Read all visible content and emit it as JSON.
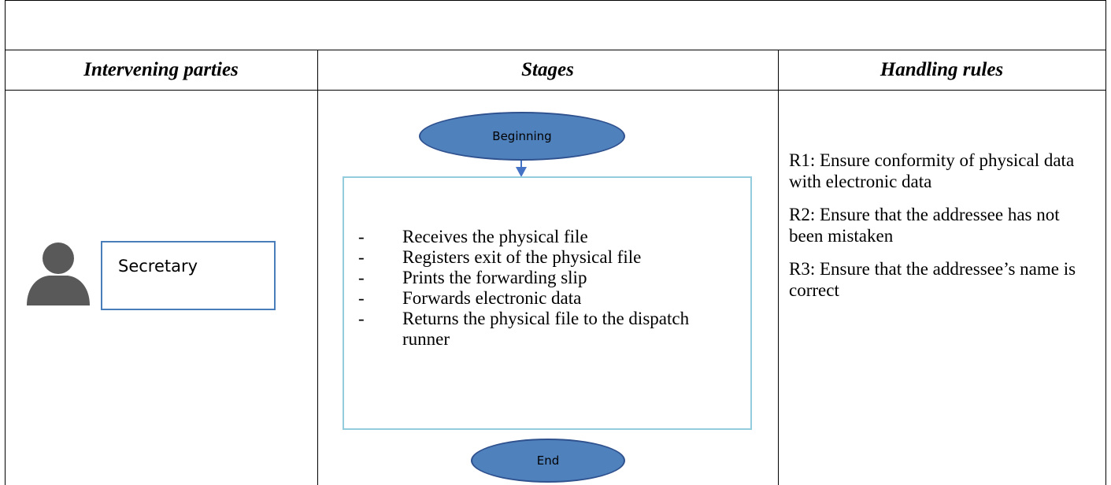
{
  "table": {
    "headers": {
      "parties": "Intervening parties",
      "stages": "Stages",
      "rules": "Handling rules"
    }
  },
  "actor": {
    "label": "Secretary",
    "icon": "person-icon"
  },
  "flow": {
    "start": "Beginning",
    "end": "End",
    "steps": [
      "Receives the physical file",
      "Registers exit of the physical file",
      "Prints the forwarding slip",
      "Forwards electronic data",
      "Returns the physical file to the dispatch runner"
    ]
  },
  "rules": [
    "R1: Ensure conformity of physical data with electronic data",
    "R2: Ensure that the addressee has not been mistaken",
    "R3: Ensure that the addressee’s name is correct"
  ],
  "colors": {
    "ellipse_fill": "#4f81bd",
    "ellipse_border": "#2f528f",
    "stage_box_border": "#93cddd",
    "actor_box_border": "#4a7ebb",
    "person_fill": "#595959"
  }
}
